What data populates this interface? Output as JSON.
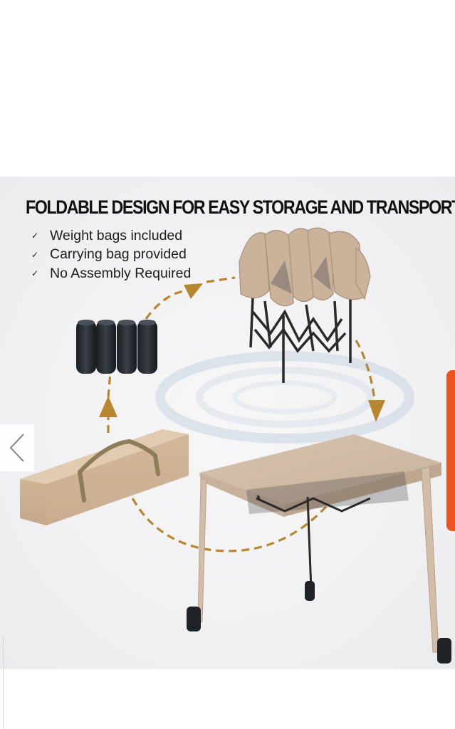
{
  "banner": {
    "headline": "FOLDABLE DESIGN FOR EASY STORAGE AND TRANSPORT",
    "features": [
      {
        "text": "Weight bags included",
        "icon": "checkmark-icon"
      },
      {
        "text": "Carrying bag provided",
        "icon": "checkmark-icon"
      },
      {
        "text": "No Assembly Required",
        "icon": "checkmark-icon"
      }
    ]
  },
  "icons": {
    "check_glyph": "✓",
    "previous": "chevron-left-icon"
  },
  "colors": {
    "canopy": "#c9b29c",
    "arrow": "#b8862c",
    "frame": "#2a2a2a",
    "accent_tab": "#f0511f"
  }
}
